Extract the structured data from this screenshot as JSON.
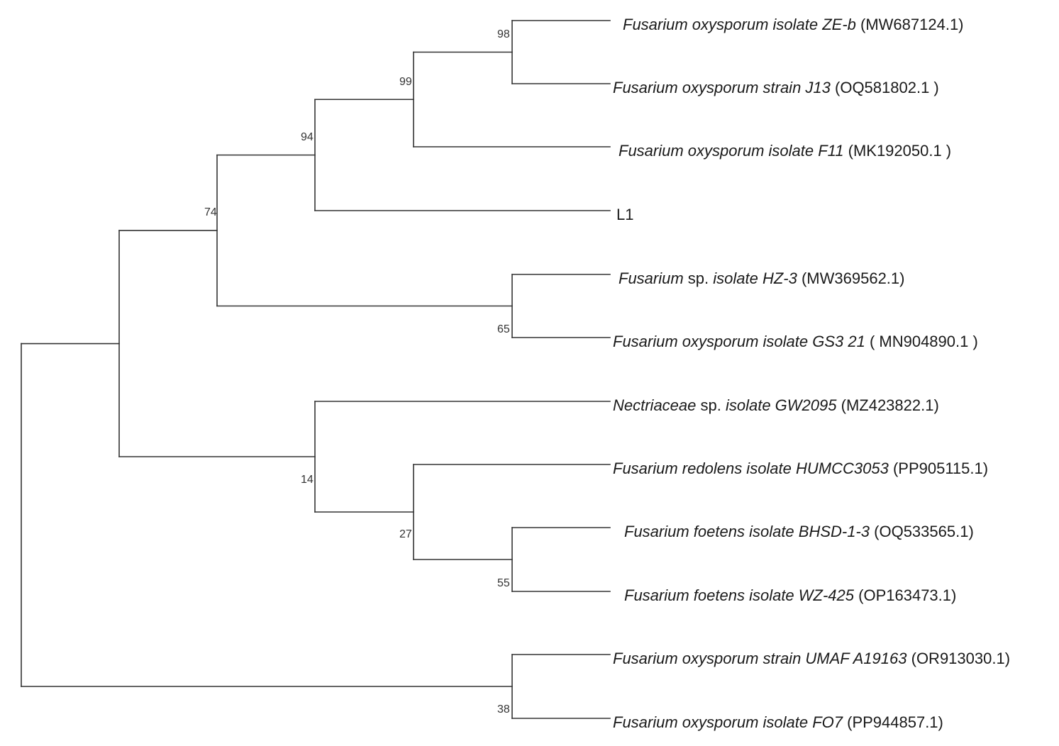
{
  "tree": {
    "type": "phylogenetic-tree",
    "nodes": [
      {
        "id": "n_root",
        "parent": null,
        "support": ""
      },
      {
        "id": "n1",
        "parent": "n_root",
        "support": ""
      },
      {
        "id": "n74",
        "parent": "n1",
        "support": "74"
      },
      {
        "id": "n94",
        "parent": "n74",
        "support": "94"
      },
      {
        "id": "n99",
        "parent": "n94",
        "support": "99"
      },
      {
        "id": "n98",
        "parent": "n99",
        "support": "98"
      },
      {
        "id": "n65",
        "parent": "n74",
        "support": "65"
      },
      {
        "id": "n14",
        "parent": "n1",
        "support": "14"
      },
      {
        "id": "n27",
        "parent": "n14",
        "support": "27"
      },
      {
        "id": "n55",
        "parent": "n27",
        "support": "55"
      },
      {
        "id": "n38",
        "parent": "n_root",
        "support": "38"
      }
    ],
    "leaves": [
      {
        "id": "L_ZEb",
        "parent": "n98",
        "parts": [
          {
            "t": "Fusarium oxysporum isolate ZE-b",
            "i": true
          },
          {
            "t": " (MW687124.1)",
            "i": false
          }
        ]
      },
      {
        "id": "L_J13",
        "parent": "n98",
        "parts": [
          {
            "t": "Fusarium oxysporum strain J13",
            "i": true
          },
          {
            "t": " (OQ581802.1 )",
            "i": false
          }
        ]
      },
      {
        "id": "L_F11",
        "parent": "n99",
        "parts": [
          {
            "t": "Fusarium oxysporum isolate F11",
            "i": true
          },
          {
            "t": " (MK192050.1 )",
            "i": false
          }
        ]
      },
      {
        "id": "L_L1",
        "parent": "n94",
        "parts": [
          {
            "t": "L1",
            "i": false
          }
        ]
      },
      {
        "id": "L_HZ3",
        "parent": "n65",
        "parts": [
          {
            "t": "Fusarium",
            "i": true
          },
          {
            "t": " sp. ",
            "i": false
          },
          {
            "t": "isolate HZ-3",
            "i": true
          },
          {
            "t": " (MW369562.1)",
            "i": false
          }
        ]
      },
      {
        "id": "L_GS3",
        "parent": "n65",
        "parts": [
          {
            "t": "Fusarium oxysporum isolate GS3 21",
            "i": true
          },
          {
            "t": " ( MN904890.1 )",
            "i": false
          }
        ]
      },
      {
        "id": "L_GW",
        "parent": "n14",
        "parts": [
          {
            "t": "Nectriaceae",
            "i": true
          },
          {
            "t": " sp. ",
            "i": false
          },
          {
            "t": "isolate GW2095",
            "i": true
          },
          {
            "t": " (MZ423822.1)",
            "i": false
          }
        ]
      },
      {
        "id": "L_HUM",
        "parent": "n27",
        "parts": [
          {
            "t": "Fusarium redolens isolate HUMCC3053",
            "i": true
          },
          {
            "t": " (PP905115.1)",
            "i": false
          }
        ]
      },
      {
        "id": "L_BHSD",
        "parent": "n55",
        "parts": [
          {
            "t": "Fusarium foetens isolate BHSD-1-3",
            "i": true
          },
          {
            "t": " (OQ533565.1)",
            "i": false
          }
        ]
      },
      {
        "id": "L_WZ",
        "parent": "n55",
        "parts": [
          {
            "t": "Fusarium foetens isolate WZ-425",
            "i": true
          },
          {
            "t": " (OP163473.1)",
            "i": false
          }
        ]
      },
      {
        "id": "L_UMAF",
        "parent": "n38",
        "parts": [
          {
            "t": "Fusarium oxysporum strain UMAF A19163",
            "i": true
          },
          {
            "t": " (OR913030.1)",
            "i": false
          }
        ]
      },
      {
        "id": "L_FO7",
        "parent": "n38",
        "parts": [
          {
            "t": "Fusarium oxysporum isolate FO7",
            "i": true
          },
          {
            "t": " (PP944857.1)",
            "i": false
          }
        ]
      }
    ]
  }
}
